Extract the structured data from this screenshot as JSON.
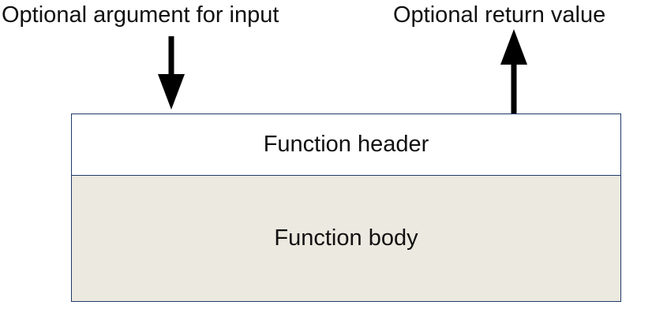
{
  "labels": {
    "input_argument": "Optional argument for input",
    "return_value": "Optional return value"
  },
  "function": {
    "header": "Function header",
    "body": "Function body"
  },
  "colors": {
    "border": "#1f3a68",
    "body_fill": "#ece9e0",
    "header_fill": "#ffffff",
    "arrow": "#000000"
  }
}
